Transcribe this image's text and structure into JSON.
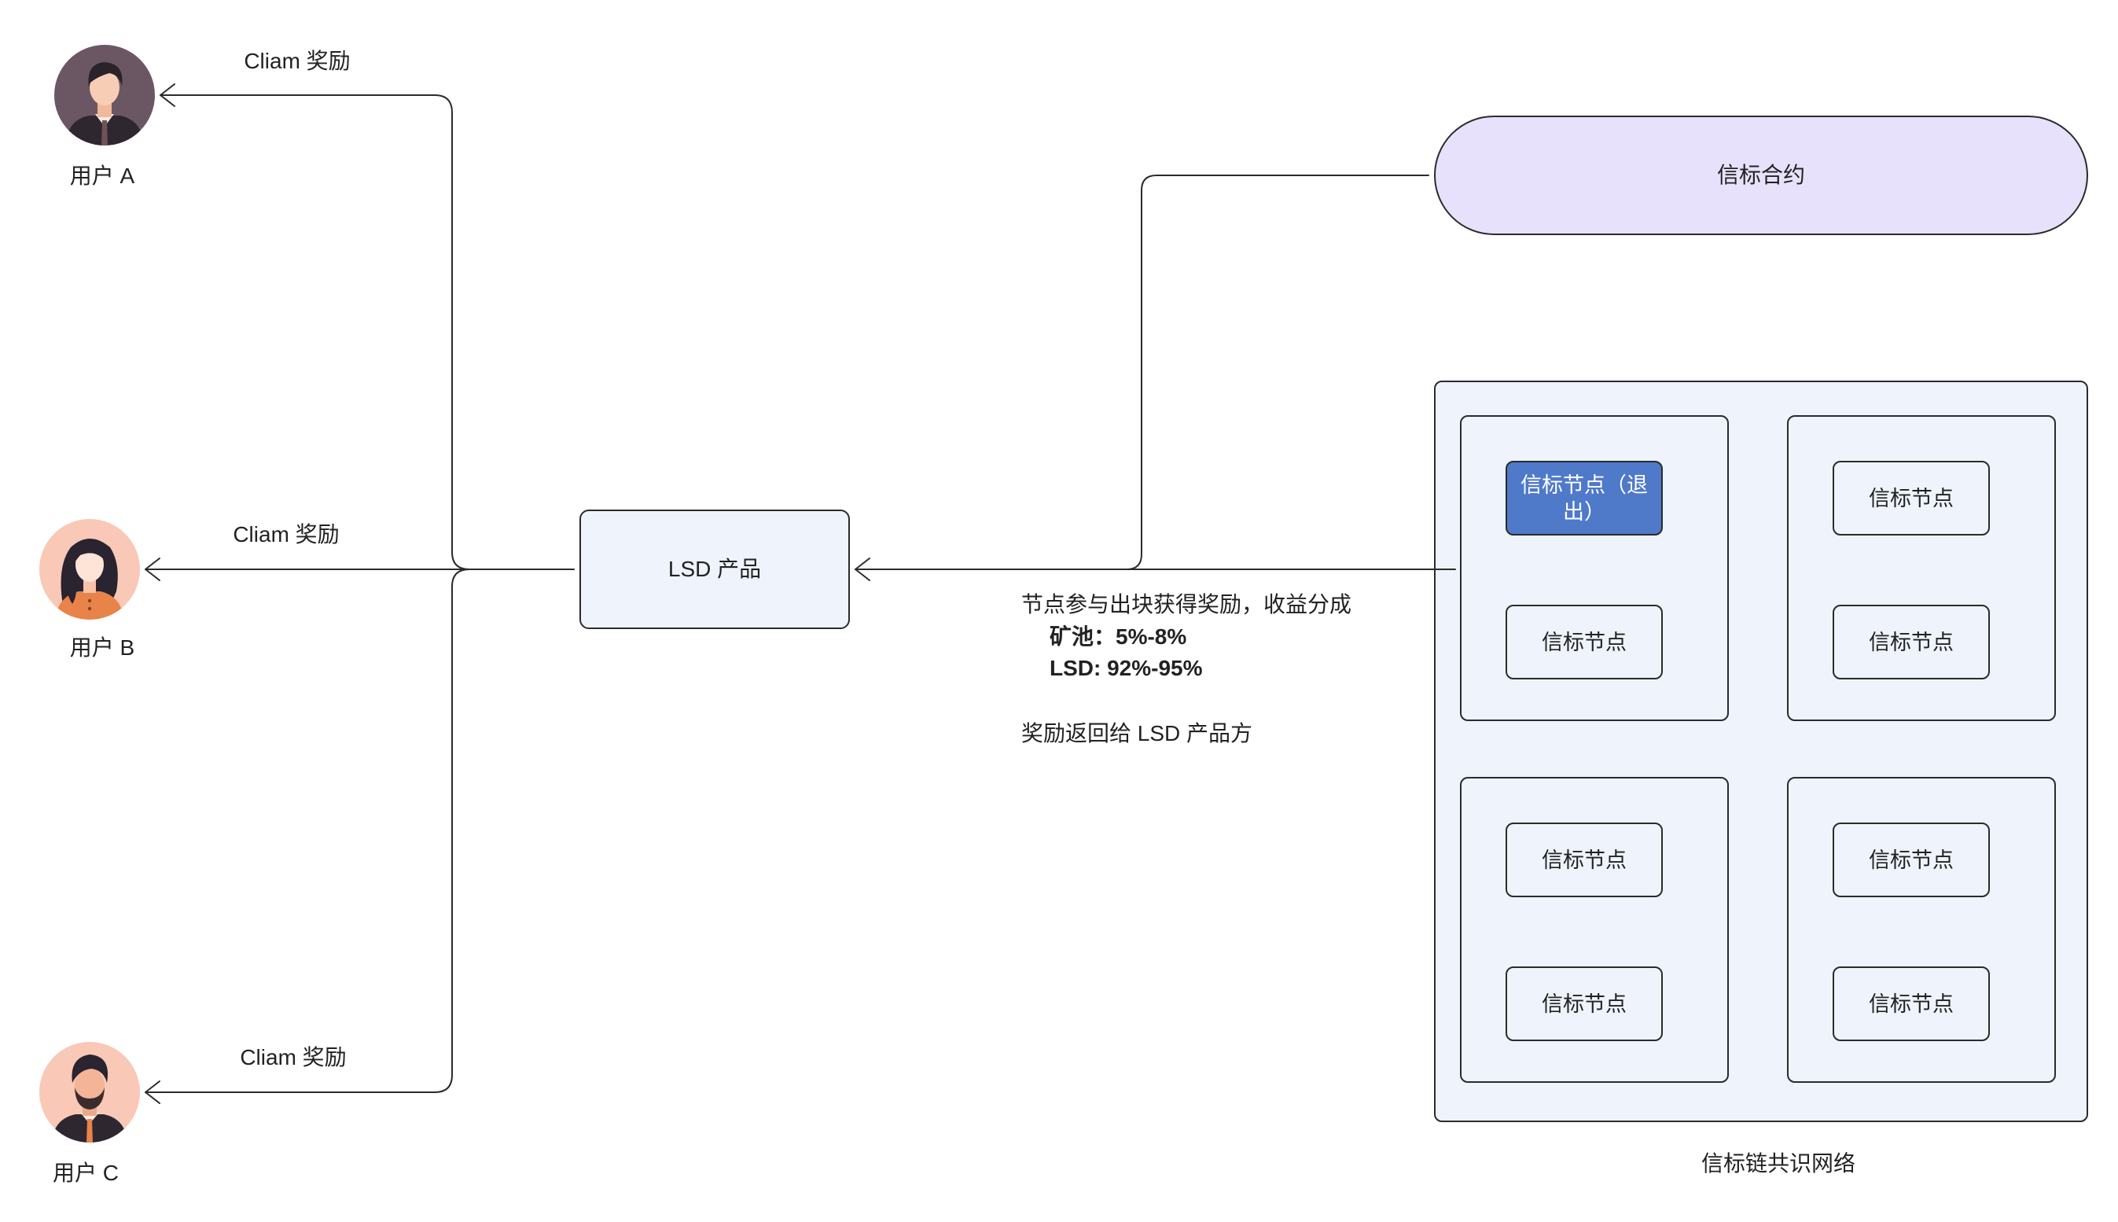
{
  "users": [
    {
      "label": "用户 A",
      "reward_label": "Cliam 奖励",
      "avatar_icon": "man-with-tie-avatar-icon"
    },
    {
      "label": "用户 B",
      "reward_label": "Cliam 奖励",
      "avatar_icon": "woman-avatar-icon"
    },
    {
      "label": "用户 C",
      "reward_label": "Cliam 奖励",
      "avatar_icon": "bearded-man-avatar-icon"
    }
  ],
  "lsd_product": {
    "label": "LSD 产品"
  },
  "beacon_contract": {
    "label": "信标合约"
  },
  "reward_note": {
    "line1": "节点参与出块获得奖励，收益分成",
    "pool": "矿池：5%-8%",
    "lsd": "LSD: 92%-95%",
    "line2": "奖励返回给 LSD 产品方"
  },
  "network": {
    "label": "信标链共识网络",
    "groups": [
      {
        "nodes": [
          {
            "label": "信标节点（退出）"
          },
          {
            "label": "信标节点"
          }
        ]
      },
      {
        "nodes": [
          {
            "label": "信标节点"
          },
          {
            "label": "信标节点"
          }
        ]
      },
      {
        "nodes": [
          {
            "label": "信标节点"
          },
          {
            "label": "信标节点"
          }
        ]
      },
      {
        "nodes": [
          {
            "label": "信标节点"
          },
          {
            "label": "信标节点"
          }
        ]
      }
    ]
  },
  "colors": {
    "box_fill": "#eef3fc",
    "contract_fill": "#e8e1fb",
    "exited_node_fill": "#4f79c9",
    "stroke": "#2b2b2b"
  }
}
